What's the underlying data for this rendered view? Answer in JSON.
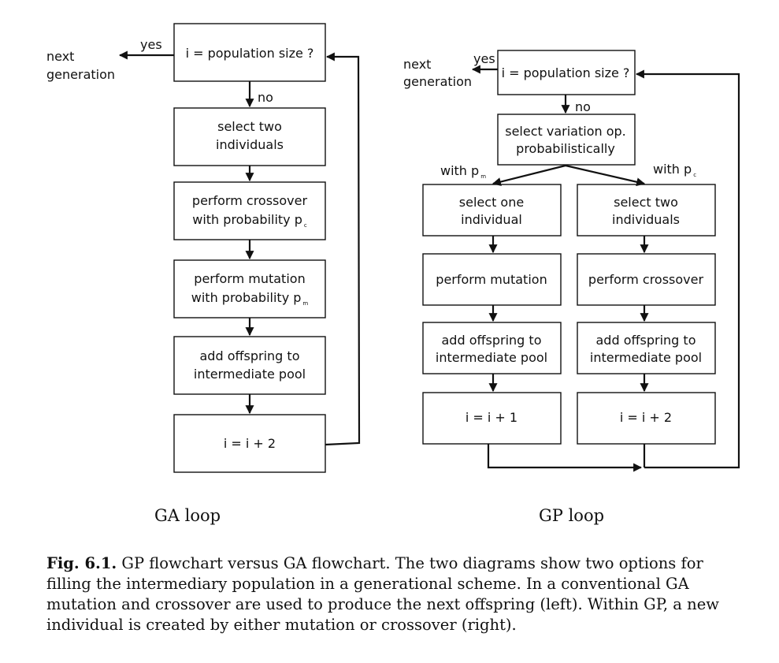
{
  "ga": {
    "label": "GA loop",
    "next_generation_line1": "next",
    "next_generation_line2": "generation",
    "yes": "yes",
    "no": "no",
    "check": "i = population size ?",
    "select_line1": "select two",
    "select_line2": "individuals",
    "crossover_line1": "perform crossover",
    "crossover_line2": "with probability p",
    "crossover_sub": "c",
    "mutation_line1": "perform mutation",
    "mutation_line2": "with probability p",
    "mutation_sub": "m",
    "add_line1": "add offspring to",
    "add_line2": "intermediate pool",
    "increment": "i = i + 2"
  },
  "gp": {
    "label": "GP loop",
    "next_generation_line1": "next",
    "next_generation_line2": "generation",
    "yes": "yes",
    "no": "no",
    "check": "i = population size ?",
    "select_op_line1": "select variation op.",
    "select_op_line2": "probabilistically",
    "with_pm": "with p",
    "with_pm_sub": "m",
    "with_pc": "with p",
    "with_pc_sub": "c",
    "left": {
      "select_line1": "select one",
      "select_line2": "individual",
      "operation": "perform mutation",
      "add_line1": "add offspring to",
      "add_line2": "intermediate pool",
      "increment": "i = i + 1"
    },
    "right": {
      "select_line1": "select two",
      "select_line2": "individuals",
      "operation": "perform crossover",
      "add_line1": "add offspring to",
      "add_line2": "intermediate pool",
      "increment": "i = i + 2"
    }
  },
  "caption": {
    "label": "Fig. 6.1.",
    "text": " GP flowchart versus GA flowchart. The two diagrams show two options for filling the intermediary population in a generational scheme. In a conventional GA mutation and crossover are used to produce the next offspring (left). Within GP, a new individual is created by either mutation or crossover (right)."
  }
}
